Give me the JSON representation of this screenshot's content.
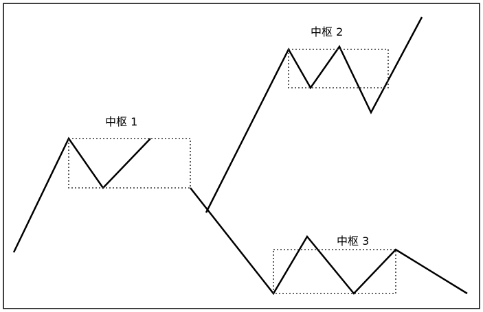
{
  "zones": [
    {
      "label": "中枢 1"
    },
    {
      "label": "中枢 2"
    },
    {
      "label": "中枢 3"
    }
  ]
}
